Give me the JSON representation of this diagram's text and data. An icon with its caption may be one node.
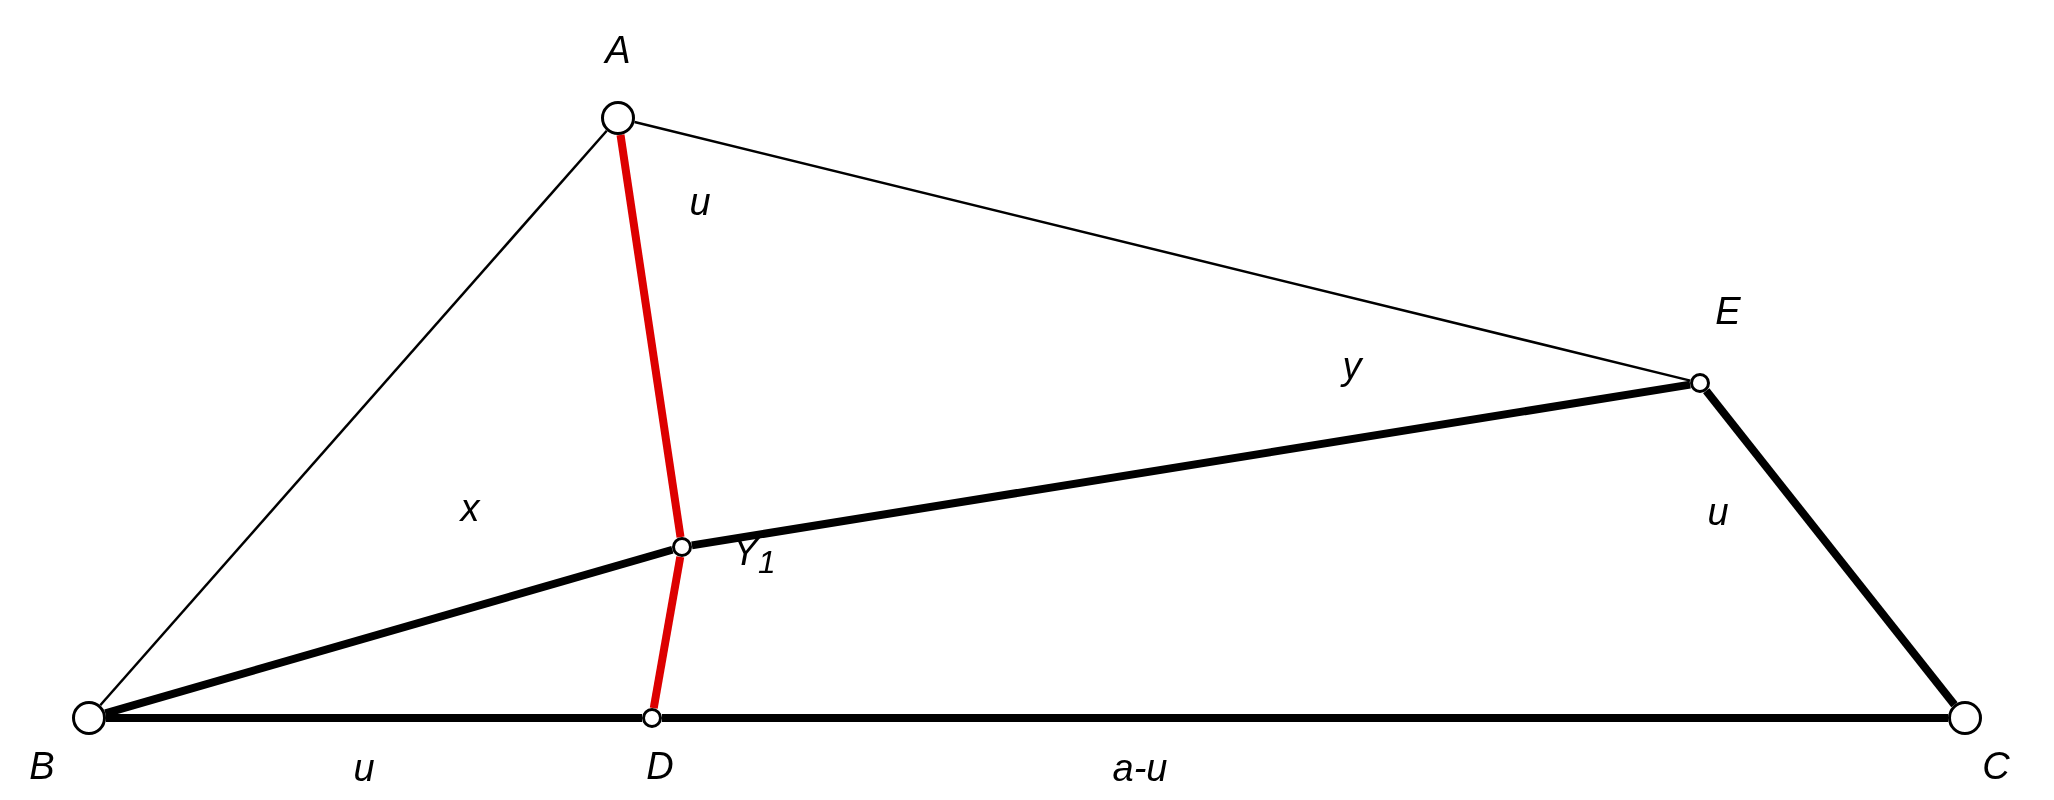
{
  "diagram": {
    "nodes": [
      {
        "text": [],
        "shape": "circle",
        "beside": [
          "A"
        ]
      },
      {
        "text": [],
        "shape": "circle",
        "beside": [
          "B"
        ]
      },
      {
        "text": [],
        "shape": "circle",
        "beside": [
          "C"
        ]
      },
      {
        "text": [],
        "shape": "circle",
        "beside": [
          "D"
        ]
      },
      {
        "text": [],
        "shape": "circle",
        "beside": [
          "E"
        ]
      },
      {
        "text": [],
        "shape": "circle",
        "beside": [
          "Y$_{1}$"
        ]
      }
    ],
    "edges": [
      {
        "from": 0,
        "to": 1,
        "arrow": "none"
      },
      {
        "from": 0,
        "to": 4,
        "arrow": "none",
        "label": "u"
      },
      {
        "from": 4,
        "to": 2,
        "arrow": "none",
        "label": "u"
      },
      {
        "from": 1,
        "to": 5,
        "arrow": "none",
        "label": "x"
      },
      {
        "from": 5,
        "to": 4,
        "arrow": "none",
        "label": "y"
      },
      {
        "from": 1,
        "to": 3,
        "arrow": "none",
        "label": "u"
      },
      {
        "from": 3,
        "to": 2,
        "arrow": "none",
        "label": "a-u"
      },
      {
        "from": 0,
        "to": 5,
        "arrow": "none",
        "color": "#dd0000"
      },
      {
        "from": 5,
        "to": 3,
        "arrow": "none",
        "color": "#dd0000"
      }
    ]
  }
}
